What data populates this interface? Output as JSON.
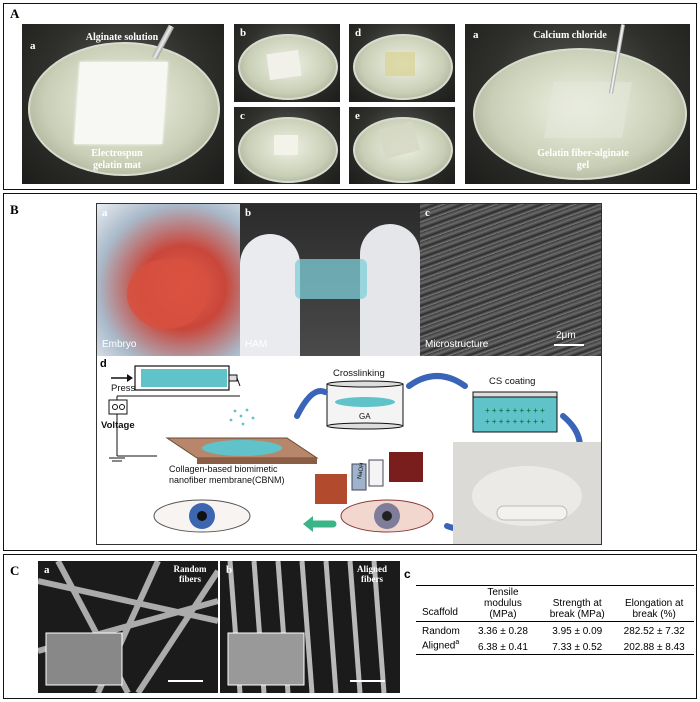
{
  "panelA": {
    "label": "A",
    "photo1": {
      "sub": "a",
      "top_label": "Alginate solution",
      "bottom_label": "Electrospun gelatin mat"
    },
    "photo_b": {
      "sub": "b"
    },
    "photo_c": {
      "sub": "c"
    },
    "photo_d": {
      "sub": "d"
    },
    "photo_e": {
      "sub": "e"
    },
    "photo_last": {
      "sub": "a",
      "top_label": "Calcium chloride",
      "bottom_label": "Gelatin fiber-alginate gel"
    }
  },
  "panelB": {
    "label": "B",
    "photo_a": {
      "sub": "a",
      "caption": "Embryo"
    },
    "photo_b": {
      "sub": "b",
      "caption": "HAM"
    },
    "photo_c": {
      "sub": "c",
      "caption": "Microstructure",
      "scale": "2μm"
    },
    "diagram": {
      "sub": "d",
      "press": "Press",
      "voltage": "Voltage",
      "membrane": "Collagen-based biomimetic nanofiber membrane(CBNM)",
      "crosslinking": "Crosslinking",
      "ga": "GA",
      "cs_coating": "CS coating",
      "naoh": "NaOH"
    }
  },
  "panelC": {
    "label": "C",
    "sem_a": {
      "sub": "a",
      "label": "Random fibers"
    },
    "sem_b": {
      "sub": "b",
      "label": "Aligned fibers"
    },
    "table": {
      "sub": "c",
      "headers": [
        "Scaffold",
        "Tensile modulus (MPa)",
        "Strength at break (MPa)",
        "Elongation at break (%)"
      ],
      "rows": [
        {
          "scaffold": "Random",
          "modulus": "3.36 ± 0.28",
          "strength": "3.95 ± 0.09",
          "elongation": "282.52 ± 7.32"
        },
        {
          "scaffold": "Aligned",
          "sup": "a",
          "modulus": "6.38 ± 0.41",
          "strength": "7.33 ± 0.52",
          "elongation": "202.88 ± 8.43"
        }
      ]
    }
  },
  "colors": {
    "border": "#111111",
    "teal": "#5fc3c9",
    "arrow_blue": "#3a64b8",
    "arrow_green": "#3bb48a"
  }
}
